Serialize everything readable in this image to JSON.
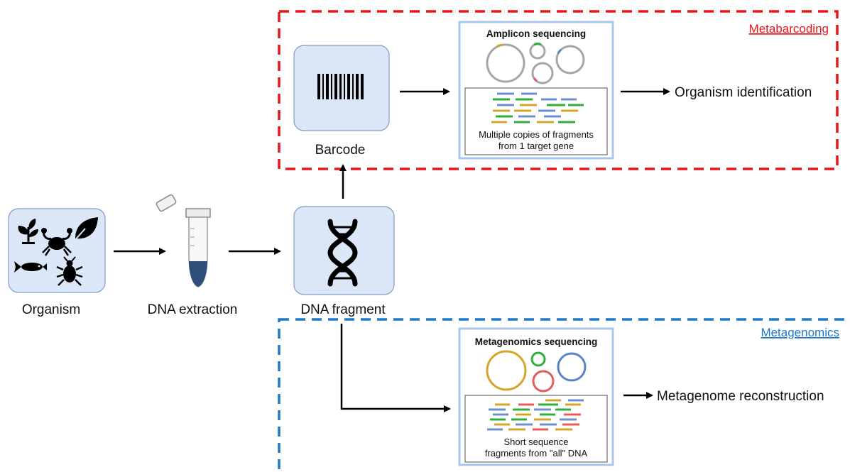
{
  "diagram": {
    "nodes": {
      "organism": "Organism",
      "dna_extraction": "DNA extraction",
      "dna_fragment": "DNA fragment",
      "barcode": "Barcode"
    },
    "metabarcoding": {
      "section_label": "Metabarcoding",
      "panel_title": "Amplicon sequencing",
      "panel_caption_line1": "Multiple copies of fragments",
      "panel_caption_line2": "from 1 target gene",
      "output": "Organism identification",
      "color": "#e8161b"
    },
    "metagenomics": {
      "section_label": "Metagenomics",
      "panel_title": "Metagenomics sequencing",
      "panel_caption_line1": "Short sequence",
      "panel_caption_line2": "fragments from \"all\" DNA",
      "output": "Metagenome reconstruction",
      "color": "#1f78c8"
    },
    "colors": {
      "node_fill": "#dbe7f6",
      "node_stroke": "#7f9dc6",
      "panel_border": "#a7c8ec",
      "tube_liquid": "#2e4d78"
    }
  }
}
